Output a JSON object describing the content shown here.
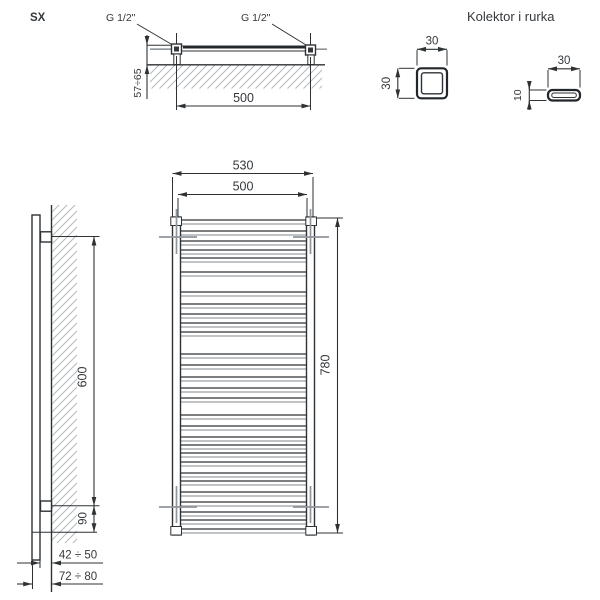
{
  "labels": {
    "version": "SX",
    "section_title": "Kolektor i rurka",
    "thread_left": "G 1/2\"",
    "thread_right": "G 1/2\""
  },
  "top_view": {
    "connection_span": "500",
    "wall_distance": "57÷65"
  },
  "collector_section": {
    "width": "30",
    "height": "30"
  },
  "tube_section": {
    "width": "30",
    "height": "10"
  },
  "front_view": {
    "width_total": "530",
    "width_connections": "500",
    "height": "780",
    "rung_x": 180.5,
    "rung_w": 126.5,
    "rung_h": 4,
    "rungs": [
      220,
      231,
      241,
      250,
      258,
      272,
      292,
      304,
      314,
      323,
      332,
      354,
      365,
      377,
      388,
      398,
      415,
      426,
      437,
      445,
      453,
      462,
      473,
      481,
      492,
      502,
      512,
      520,
      529
    ]
  },
  "side_view": {
    "mount_span": "600",
    "bottom_offset": "90",
    "wall_gap_back": "42 ÷ 50",
    "wall_gap_front": "72 ÷ 80"
  },
  "colors": {
    "line_dark": "#2e3235",
    "line_gray": "#8e959b",
    "hatch": "#b7bcbf",
    "rung_bottom": "#9aa0a5"
  }
}
